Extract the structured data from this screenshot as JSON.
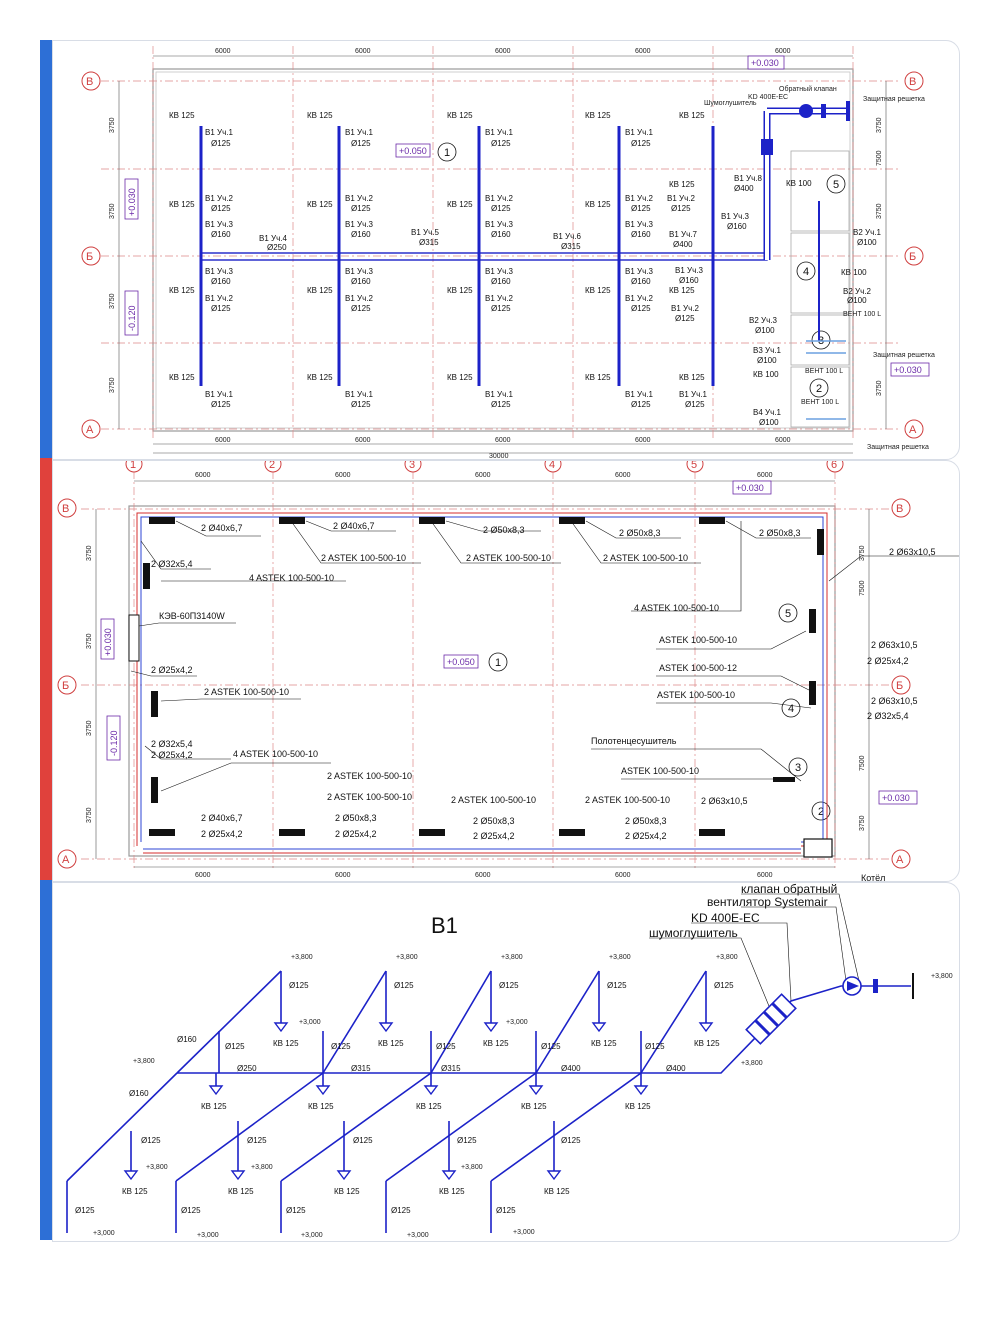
{
  "colors": {
    "accent_top": "#2d6fd6",
    "accent_mid": "#e0413c",
    "accent_bot": "#2d6fd6",
    "duct": "#1c22c8",
    "supply": "#d42c2c",
    "ret": "#2c44d4",
    "axis": "#d04040",
    "mark": "#6b2aa8"
  },
  "plan1": {
    "dims_top": [
      "6000",
      "6000",
      "6000",
      "6000",
      "6000"
    ],
    "dims_bottom": [
      "6000",
      "6000",
      "6000",
      "6000",
      "6000"
    ],
    "total": "30000",
    "dims_left": [
      "3750",
      "3750",
      "3750",
      "3750"
    ],
    "dims_right": [
      "3750",
      "7500",
      "3750",
      "3750"
    ],
    "axes_rows": [
      "В",
      "Б",
      "А"
    ],
    "marks": {
      "room": "+0.050",
      "top": "+0.030",
      "right": "+0.030",
      "left1": "+0.030",
      "left2": "-0.120"
    },
    "rooms": [
      "1",
      "5",
      "4",
      "3",
      "2"
    ],
    "branch": {
      "kv": "КВ 125",
      "u1": "В1 Уч.1",
      "u2": "В1 Уч.2",
      "u3": "В1 Уч.3",
      "d125": "Ø125",
      "d160": "Ø160",
      "d100": "Ø100"
    },
    "main": [
      {
        "u": "В1 Уч.4",
        "d": "Ø250"
      },
      {
        "u": "В1 Уч.5",
        "d": "Ø315"
      },
      {
        "u": "В1 Уч.6",
        "d": "Ø315"
      },
      {
        "u": "В1 Уч.7",
        "d": "Ø400"
      },
      {
        "u": "В1 Уч.8",
        "d": "Ø400"
      }
    ],
    "equip": {
      "check": "Обратный клапан",
      "fan": "KD 400E-EC",
      "silencer": "Шумоглушитель",
      "grille": "Защитная решетка"
    },
    "b2": {
      "kv": "КВ 100",
      "u1": "В2 Уч.1",
      "u2": "В2 Уч.2",
      "u3": "В2 Уч.3",
      "d": "Ø100",
      "vent": "ВЕНТ 100 L"
    },
    "b3": {
      "u1": "В3 Уч.1",
      "d": "Ø100",
      "kv": "КВ 100",
      "vent": "ВЕНТ 100 L"
    },
    "b4": {
      "u1": "В4 Уч.1",
      "d": "Ø100"
    }
  },
  "plan2": {
    "axes_cols": [
      "1",
      "2",
      "3",
      "4",
      "5",
      "6"
    ],
    "dims_top": [
      "6000",
      "6000",
      "6000",
      "6000",
      "6000"
    ],
    "dims_bottom": [
      "6000",
      "6000",
      "6000",
      "6000",
      "6000"
    ],
    "dims_left": [
      "3750",
      "3750",
      "3750",
      "3750"
    ],
    "dims_right": [
      "3750",
      "7500",
      "7500",
      "3750"
    ],
    "marks": {
      "room": "+0.050",
      "top": "+0.030",
      "right": "+0.030",
      "left1": "+0.030",
      "left2": "-0.120"
    },
    "rooms": [
      "1",
      "5",
      "4",
      "3",
      "2"
    ],
    "labels": {
      "t1": "2 Ø40x6,7",
      "t2": "2 Ø40x6,7",
      "t3": "2 Ø50x8,3",
      "t4": "2 Ø50x8,3",
      "t5": "2 Ø50x8,3",
      "a1": "2 ASTEK 100-500-10",
      "a2": "2 ASTEK 100-500-10",
      "a3": "2 ASTEK 100-500-10",
      "l1": "2 Ø32x5,4",
      "a4": "4 ASTEK 100-500-10",
      "a5": "4 ASTEK 100-500-10",
      "conv": "КЭВ-60П3140W",
      "l2": "2 Ø25x4,2",
      "a6": "2 ASTEK 100-500-10",
      "l3": "2 Ø32x5,4",
      "l4": "2 Ø25x4,2",
      "a7": "4 ASTEK 100-500-10",
      "r1": "2 Ø63x10,5",
      "r2": "2 Ø63x10,5",
      "r3": "2 Ø25x4,2",
      "r4": "2 Ø63x10,5",
      "r5": "2 Ø32x5,4",
      "a8": "ASTEK 100-500-10",
      "a9": "ASTEK 100-500-12",
      "a10": "ASTEK 100-500-10",
      "towel": "Полотенцесушитель",
      "a11": "ASTEK 100-500-10",
      "b1": "2 ASTEK 100-500-10",
      "b2": "2 ASTEK 100-500-10",
      "b3": "2 ASTEK 100-500-10",
      "b4": "2 ASTEK 100-500-10",
      "b5": "2 Ø63x10,5",
      "bt1": "2 Ø40x6,7",
      "bt2": "2 Ø25x4,2",
      "bt3": "2 Ø50x8,3",
      "bt4": "2 Ø25x4,2",
      "bt5": "2 Ø50x8,3",
      "bt6": "2 Ø25x4,2",
      "bt7": "2 Ø50x8,3",
      "bt8": "2 Ø25x4,2",
      "boiler": "Котёл"
    }
  },
  "iso": {
    "title": "В1",
    "equip": {
      "check": "клапан обратный",
      "fan": "вентилятор Systemair",
      "model": "KD 400E-EC",
      "silencer": "шумоглушитель"
    },
    "el_top": "+3,800",
    "el_bot": "+3,000",
    "kv": "КВ 125",
    "d": {
      "d125": "Ø125",
      "d160": "Ø160",
      "d250": "Ø250",
      "d315": "Ø315",
      "d400": "Ø400"
    }
  }
}
